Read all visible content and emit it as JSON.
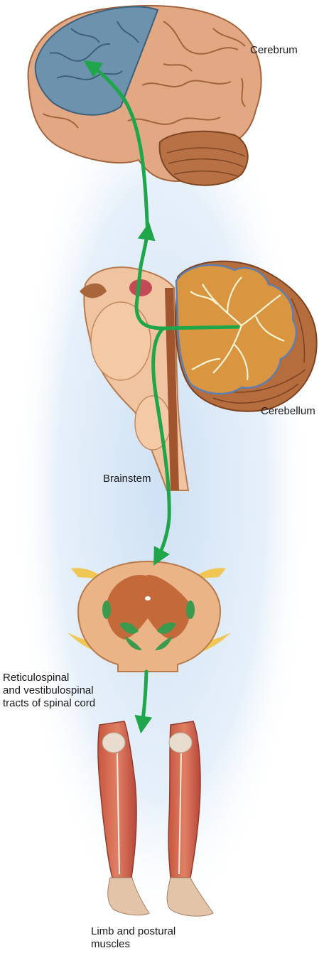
{
  "labels": {
    "cerebrum": "Cerebrum",
    "cerebellum": "Cerebellum",
    "brainstem": "Brainstem",
    "spinal_tracts": "Reticulospinal\nand vestibulospinal\ntracts of spinal cord",
    "muscles": "Limb and postural\nmuscles"
  },
  "colors": {
    "pathway_arrow": "#1fa64a",
    "motor_cortex": "#6d92ad",
    "brain_tissue": "#e0a77e",
    "cerebellum_tissue": "#c77f48",
    "spinal_grey_matter": "#c46a3a",
    "spinal_tract": "#3c9a4f",
    "muscle": "#b7463a",
    "background_glow": "#d6e6f6"
  }
}
